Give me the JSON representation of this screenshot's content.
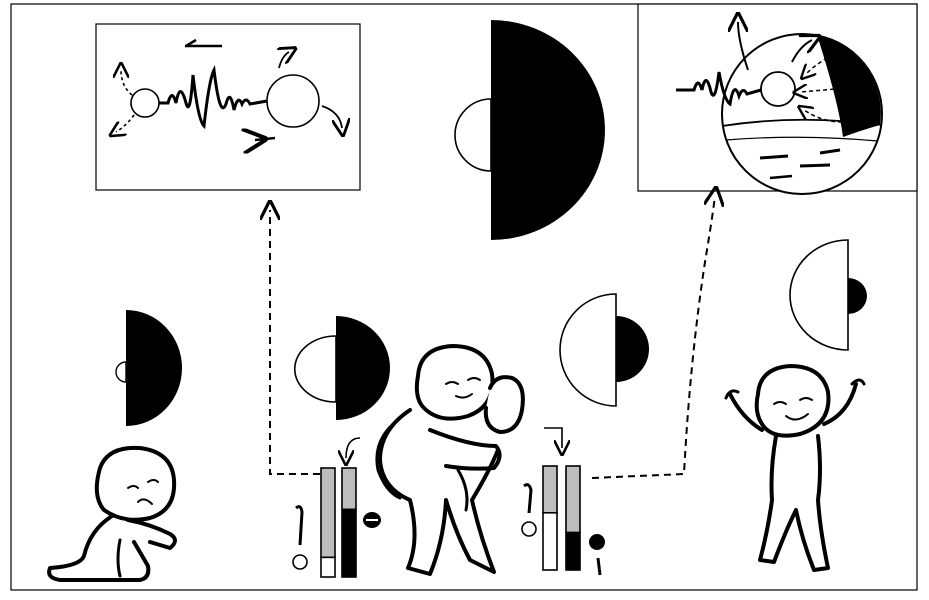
{
  "figure": {
    "description_text": "",
    "colors": {
      "ink": "#000000",
      "paper": "#ffffff",
      "gauge_fill": "#bdbdbd"
    },
    "panels": [
      {
        "id": "panel-wave-exchange",
        "label": ""
      },
      {
        "id": "panel-sphere-cutaway",
        "label": ""
      }
    ],
    "gauges": [
      {
        "id": "gauge-left",
        "outline_level": 0.18,
        "filled_level": 0.62,
        "side_symbol": "minus-sign"
      },
      {
        "id": "gauge-right",
        "outline_level": 0.55,
        "filled_level": 0.36,
        "side_symbol": "dot-exclamation"
      }
    ],
    "icons": [
      "sad-figure",
      "carrying-figure",
      "happy-figure",
      "half-moon-icon",
      "wave-icon",
      "sphere-icon",
      "arrow-icon"
    ]
  }
}
